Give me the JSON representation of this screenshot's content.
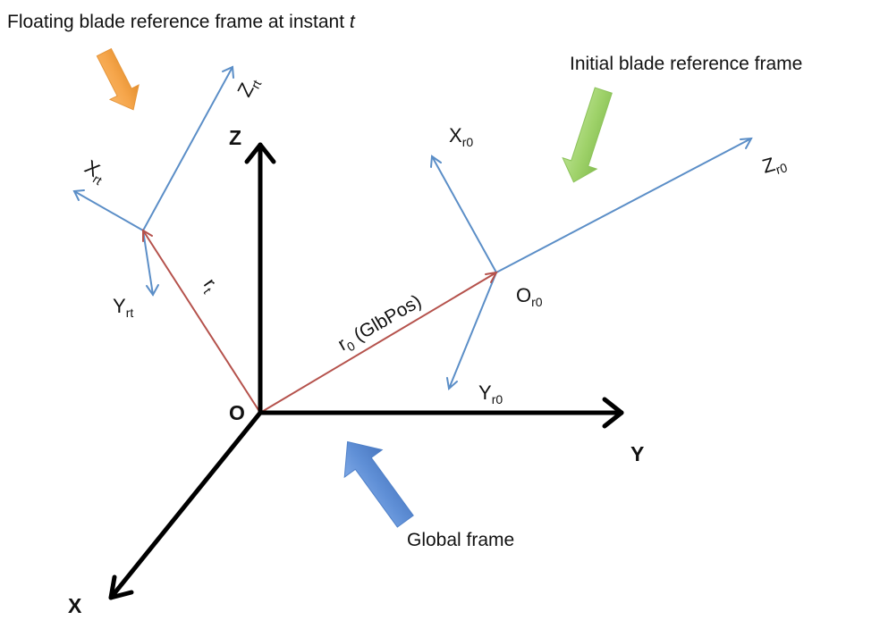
{
  "captions": {
    "floating_frame": "Floating blade reference frame at instant ",
    "floating_frame_var": "t",
    "initial_frame": "Initial blade reference frame",
    "global_frame": "Global frame"
  },
  "global_axes": {
    "z": "Z",
    "y": "Y",
    "x": "X",
    "origin": "O"
  },
  "floating_axes": {
    "x_main": "X",
    "x_sub": "rt",
    "y_main": "Y",
    "y_sub": "rt",
    "z_main": "Z",
    "z_sub": "rt"
  },
  "initial_axes": {
    "x_main": "X",
    "x_sub": "r0",
    "y_main": "Y",
    "y_sub": "r0",
    "z_main": "Z",
    "z_sub": "r0",
    "origin_main": "O",
    "origin_sub": "r0"
  },
  "vectors": {
    "r0_main": "r",
    "r0_sub": "0",
    "r0_suffix": " (GlbPos)",
    "rt_main": "r",
    "rt_sub": "t"
  },
  "colors": {
    "global_axis": "#000000",
    "blade_axis": "#5b8ec7",
    "position_vector": "#b5524c",
    "floating_pointer": "#f5a54a",
    "initial_pointer": "#9fd26a",
    "global_pointer": "#5f8fd6"
  },
  "icons": {
    "floating_pointer": "block-arrow-icon",
    "initial_pointer": "block-arrow-icon",
    "global_pointer": "block-arrow-icon"
  }
}
